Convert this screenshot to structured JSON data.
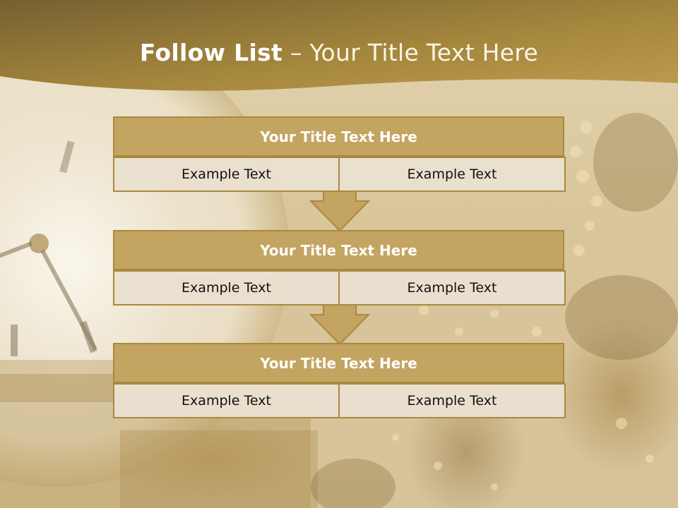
{
  "slide": {
    "title_bold": "Follow List",
    "title_rest": " – Your Title Text Here"
  },
  "steps": [
    {
      "title": "Your Title Text Here",
      "left_text": "Example Text",
      "right_text": "Example Text"
    },
    {
      "title": "Your Title Text Here",
      "left_text": "Example Text",
      "right_text": "Example Text"
    },
    {
      "title": "Your Title Text Here",
      "left_text": "Example Text",
      "right_text": "Example Text"
    }
  ],
  "colors": {
    "header_dark": "#7a6330",
    "header_light": "#b59647",
    "box_title_fill": "#c4a461",
    "box_border": "#a9893f",
    "cell_fill": "#eae0cf",
    "arrow_fill": "#c4a461"
  }
}
